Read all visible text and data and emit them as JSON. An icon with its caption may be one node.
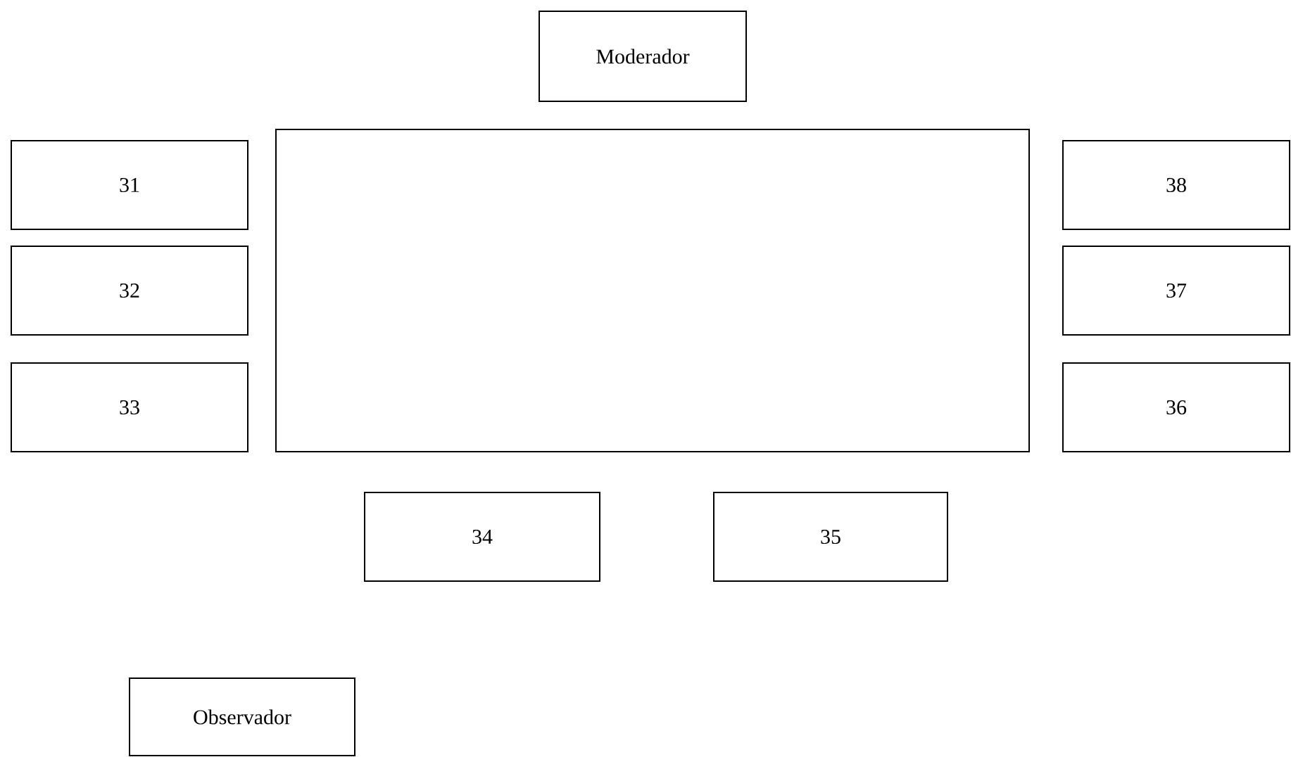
{
  "diagram": {
    "nodes": [
      {
        "text": [
          "Moderador"
        ]
      },
      {
        "text": [],
        "shape": "box"
      },
      {
        "text": [
          "31"
        ]
      },
      {
        "text": [
          "38"
        ]
      },
      {
        "text": [
          "32"
        ]
      },
      {
        "text": [
          "37"
        ]
      },
      {
        "text": [
          "33"
        ]
      },
      {
        "text": [
          "36"
        ]
      },
      {
        "text": [
          "34"
        ]
      },
      {
        "text": [
          "35"
        ]
      },
      {
        "text": [
          "Observador"
        ]
      }
    ]
  }
}
